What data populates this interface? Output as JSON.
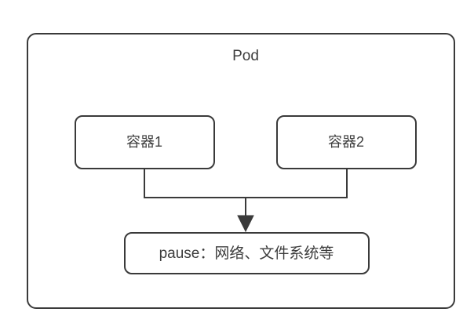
{
  "diagram": {
    "title": "Pod",
    "background_color": "#ffffff",
    "stroke_color": "#3a3a3a",
    "text_color": "#3d3d3d",
    "outer_box": {
      "label": "Pod"
    },
    "containers": [
      {
        "label": "容器1"
      },
      {
        "label": "容器2"
      }
    ],
    "pause_box": {
      "label": "pause：网络、文件系统等"
    },
    "connectors": [
      {
        "from": "容器1",
        "to": "pause：网络、文件系统等",
        "arrow": true
      },
      {
        "from": "容器2",
        "to": "pause：网络、文件系统等",
        "arrow": true
      }
    ]
  }
}
